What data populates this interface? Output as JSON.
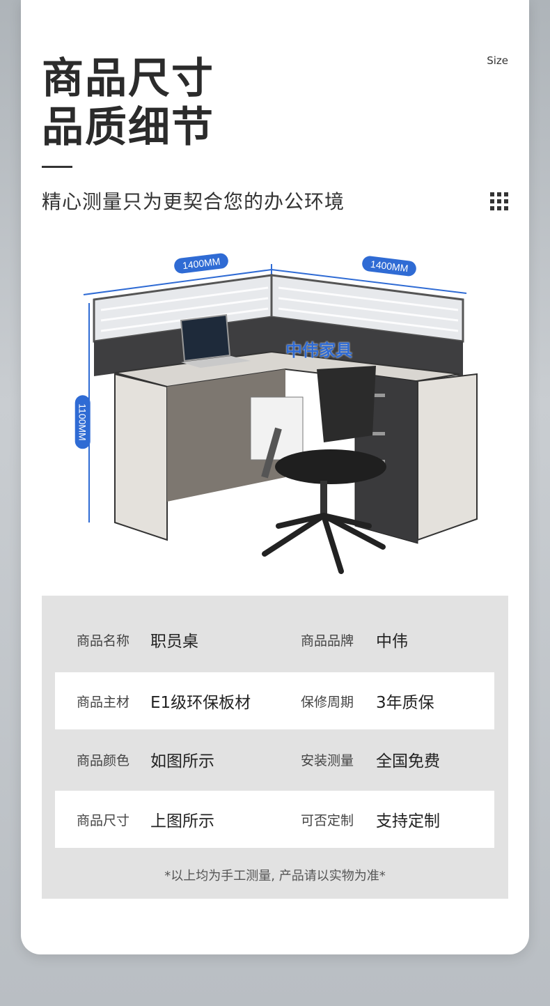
{
  "header": {
    "title_line1": "商品尺寸",
    "title_line2": "品质细节",
    "size_tag": "Size",
    "subtitle": "精心测量只为更契合您的办公环境",
    "menu_icon": "grid-dots-icon"
  },
  "product": {
    "dim_width_left": "1400MM",
    "dim_width_right": "1400MM",
    "dim_height": "1100MM",
    "watermark": "中伟家具",
    "accent_color": "#2f6bd4"
  },
  "specs": {
    "rows": [
      {
        "label1": "商品名称",
        "value1": "职员桌",
        "label2": "商品品牌",
        "value2": "中伟"
      },
      {
        "label1": "商品主材",
        "value1": "E1级环保板材",
        "label2": "保修周期",
        "value2": "3年质保"
      },
      {
        "label1": "商品颜色",
        "value1": "如图所示",
        "label2": "安装测量",
        "value2": "全国免费"
      },
      {
        "label1": "商品尺寸",
        "value1": "上图所示",
        "label2": "可否定制",
        "value2": "支持定制"
      }
    ],
    "note": "*以上均为手工测量, 产品请以实物为准*"
  }
}
